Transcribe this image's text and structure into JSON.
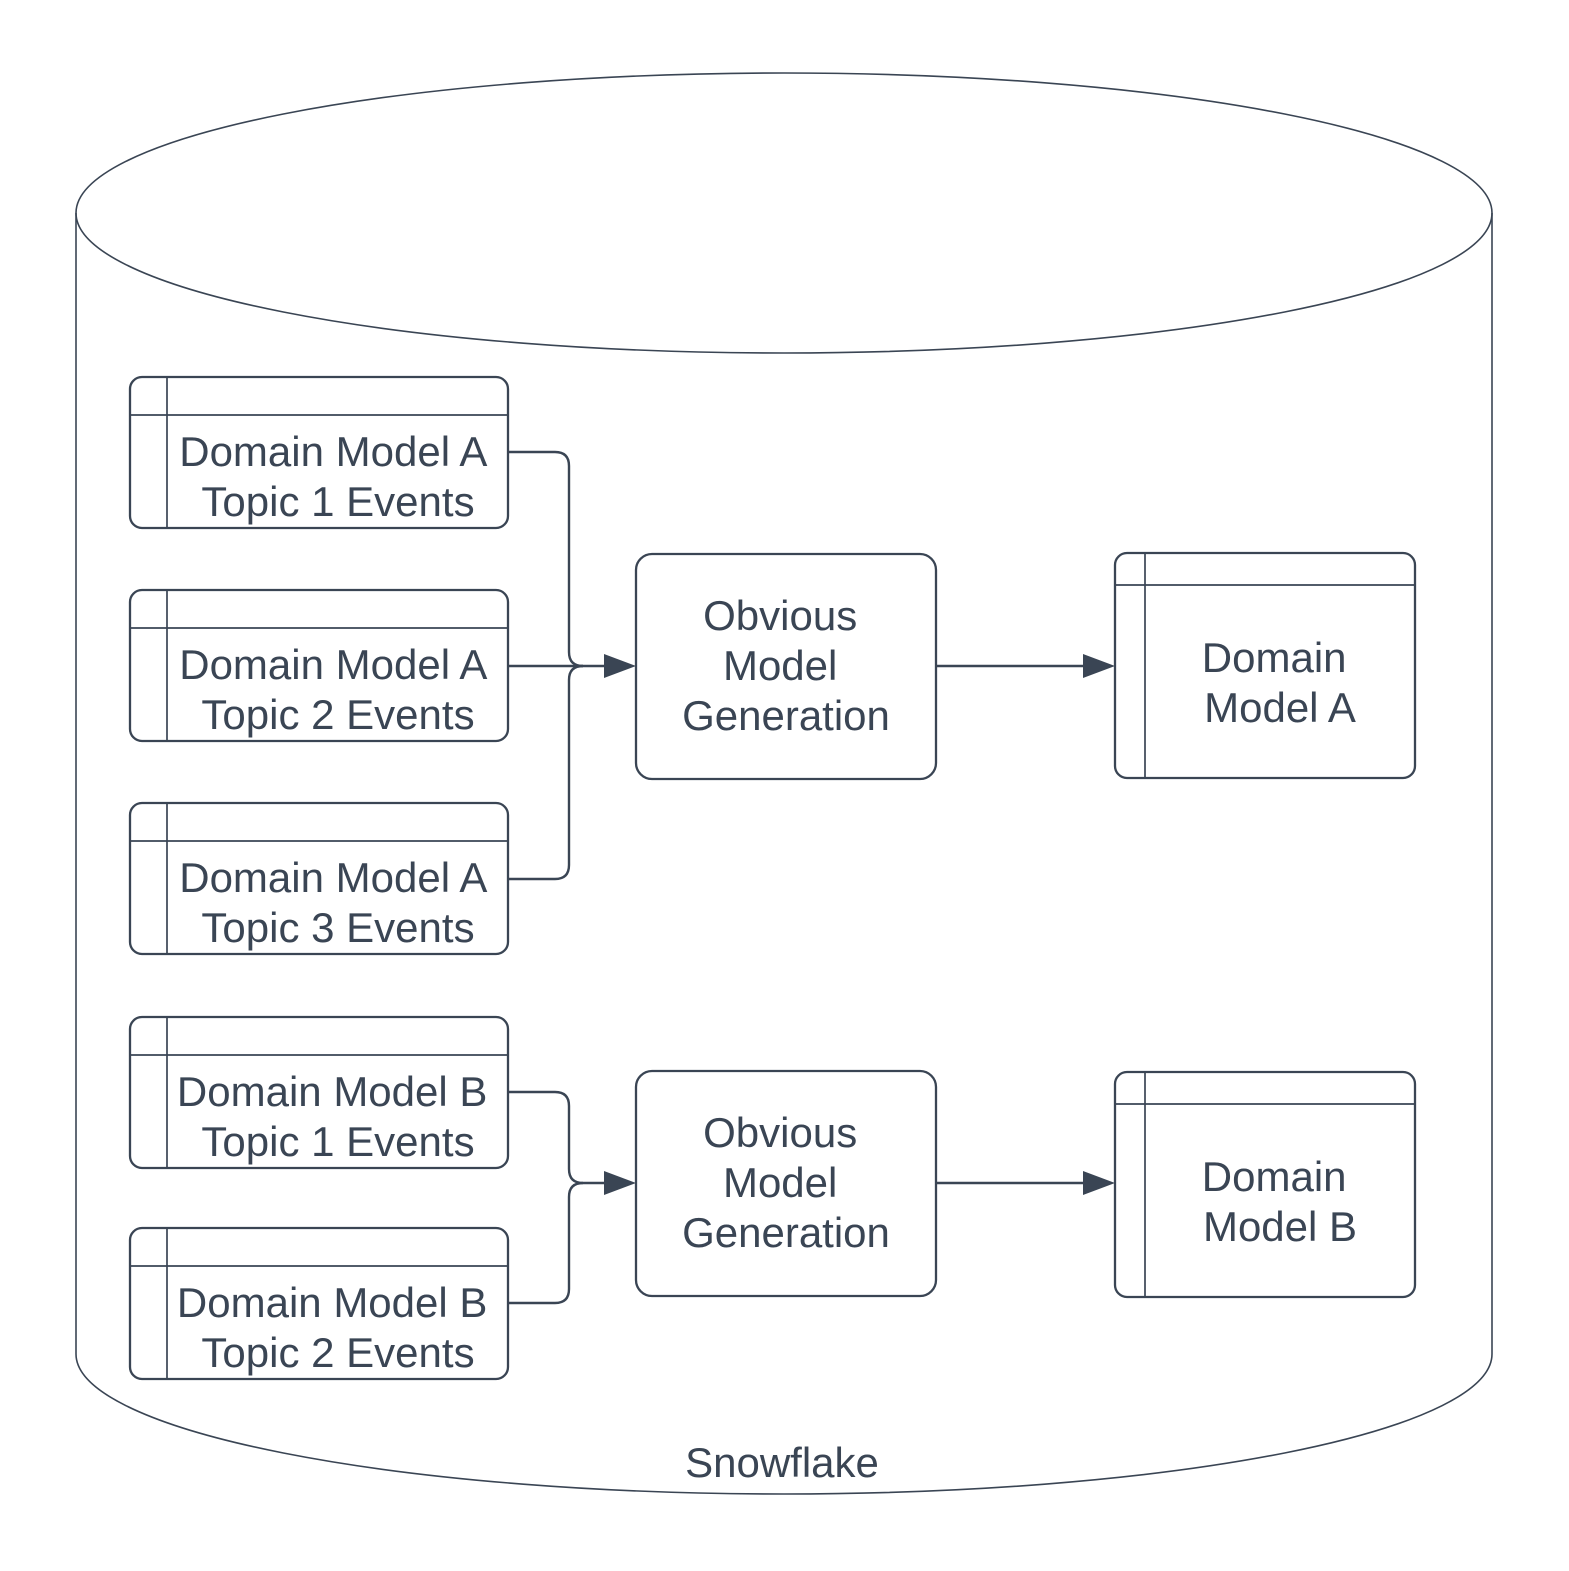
{
  "diagram": {
    "type": "flow-diagram-in-database-cylinder",
    "container_label": "Snowflake",
    "colors": {
      "stroke": "#3a4554",
      "text": "#3a4554",
      "node_fill": "#ffffff",
      "background": "#ffffff"
    }
  },
  "nodes": {
    "a_topic1": {
      "line1": "Domain Model A",
      "line2": "Topic 1 Events"
    },
    "a_topic2": {
      "line1": "Domain Model A",
      "line2": "Topic 2 Events"
    },
    "a_topic3": {
      "line1": "Domain Model A",
      "line2": "Topic 3 Events"
    },
    "process_a": {
      "line1": "Obvious",
      "line2": "Model",
      "line3": "Generation"
    },
    "result_a": {
      "line1": "Domain",
      "line2": "Model A"
    },
    "b_topic1": {
      "line1": "Domain Model B",
      "line2": "Topic 1 Events"
    },
    "b_topic2": {
      "line1": "Domain Model B",
      "line2": "Topic 2 Events"
    },
    "process_b": {
      "line1": "Obvious",
      "line2": "Model",
      "line3": "Generation"
    },
    "result_b": {
      "line1": "Domain",
      "line2": "Model B"
    }
  }
}
